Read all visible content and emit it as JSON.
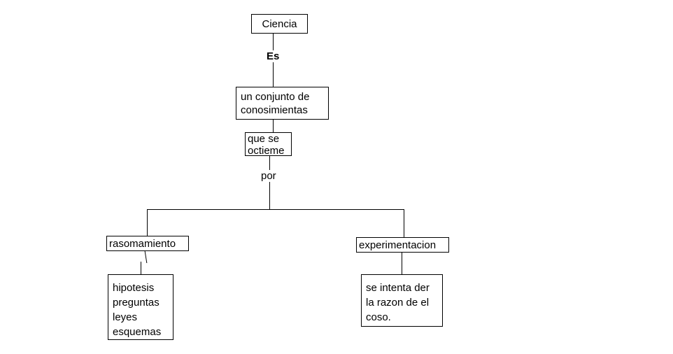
{
  "diagram": {
    "title": "Ciencia concept map",
    "background_color": "#ffffff",
    "line_color": "#000000",
    "text_color": "#000000",
    "nodes": {
      "ciencia": "Ciencia",
      "conjunto": "un conjunto de\nconosimientas",
      "quese": "que se\noctieme",
      "rasomamiento": "rasomamiento",
      "experimentacion": "experimentacion",
      "lista": "hipotesis\npreguntas\nleyes\nesquemas",
      "razon": "se intenta der\nla razon de el\ncoso."
    },
    "link_labels": {
      "es": "Es",
      "por": "por"
    }
  }
}
